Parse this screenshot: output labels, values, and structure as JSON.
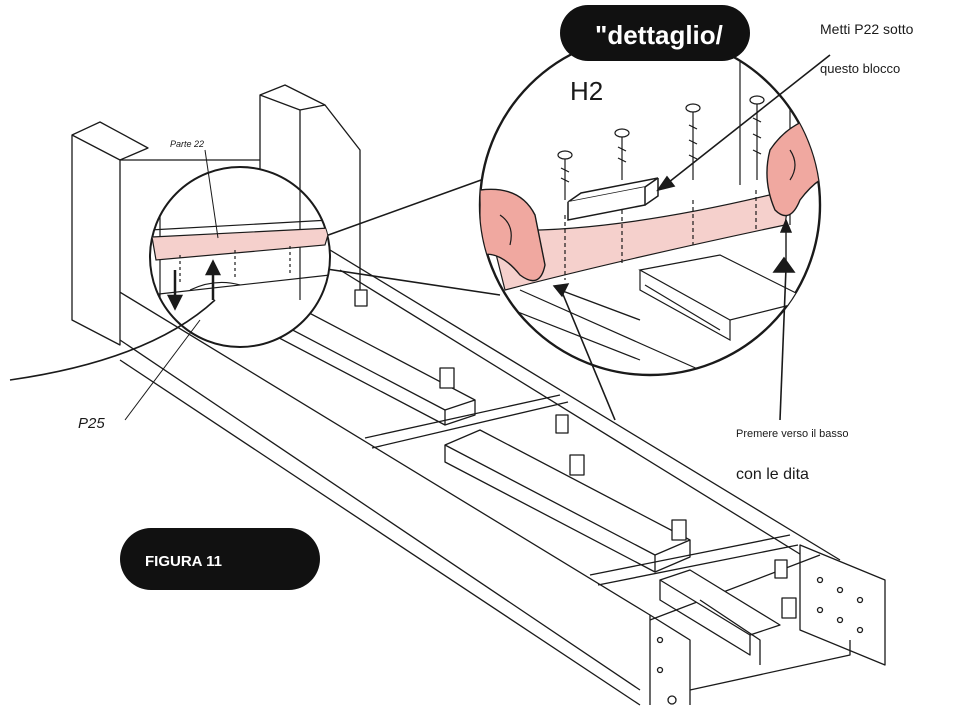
{
  "labels": {
    "detail_badge": "\"dettaglio/",
    "hardware": "H2",
    "instruction_1a": "Metti  P22  sotto",
    "instruction_1b": "questo  blocco",
    "part_label": "Parte  22",
    "part_25": "P25",
    "instruction_2a": "Premere  verso  il  basso",
    "instruction_2b": "con  le  dita",
    "figure_badge": "FIGURA  11"
  },
  "colors": {
    "line": "#1a1a1a",
    "badge_bg": "#111111",
    "badge_text": "#ffffff",
    "highlight_pink": "#f5d0cc",
    "hand_pink": "#f0a8a0"
  }
}
